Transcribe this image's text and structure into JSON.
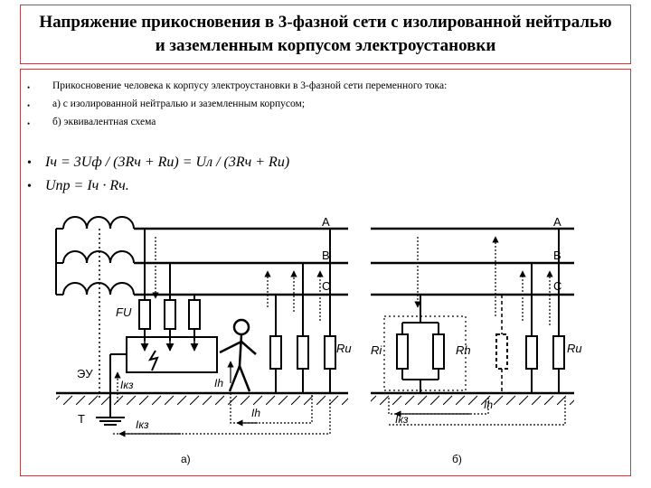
{
  "title": {
    "line1": "Напряжение прикосновения в 3-фазной сети с изолированной нейтралью",
    "line2": "и заземленным корпусом электроустановки"
  },
  "bullets": [
    "Прикосновение человека к корпусу электроустановки в 3-фазной сети переменного тока:",
    "а) с изолированной нейтралью и заземленным корпусом;",
    "б) эквивалентная схема"
  ],
  "formulas": [
    "Iч = 3Uф / (3Rч + Rи) =  Uл / (3Rч + Rи)",
    "Uпр = Iч · Rч."
  ],
  "diagram": {
    "phase_labels": [
      "A",
      "B",
      "C"
    ],
    "fuse_label": "FU",
    "ground_device_label": "ЭУ",
    "ground_symbol_label": "T",
    "insulation_label": "Ru",
    "short_current_label": "Iкз",
    "human_current_label": "Ih",
    "insulation_resistance_label": "Ri",
    "human_resistance_label": "Rh",
    "caption_a": "а)",
    "caption_b": "б)"
  },
  "colors": {
    "border": "#b04a4a",
    "line": "#000000"
  }
}
